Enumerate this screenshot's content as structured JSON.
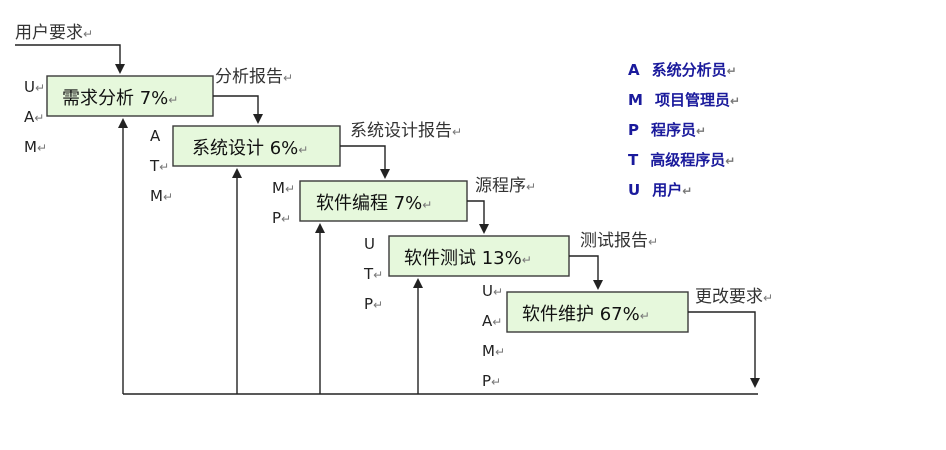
{
  "top_input": "用户要求",
  "stages": [
    {
      "name": "需求分析",
      "percent": "7%",
      "output": "分析报告",
      "roles": [
        "U",
        "A",
        "M"
      ]
    },
    {
      "name": "系统设计",
      "percent": "6%",
      "output": "系统设计报告",
      "roles": [
        "A",
        "T",
        "M"
      ]
    },
    {
      "name": "软件编程",
      "percent": "7%",
      "output": "源程序",
      "roles": [
        "M",
        "P"
      ]
    },
    {
      "name": "软件测试",
      "percent": "13%",
      "output": "测试报告",
      "roles": [
        "U",
        "T",
        "P"
      ]
    },
    {
      "name": "软件维护",
      "percent": "67%",
      "output": "更改要求",
      "roles": [
        "U",
        "A",
        "M",
        "P"
      ]
    }
  ],
  "legend": [
    {
      "code": "A",
      "label": "系统分析员"
    },
    {
      "code": "M",
      "label": "项目管理员"
    },
    {
      "code": "P",
      "label": "程序员"
    },
    {
      "code": "T",
      "label": "高级程序员"
    },
    {
      "code": "U",
      "label": "用户"
    }
  ],
  "paragraph_mark": "↵",
  "colors": {
    "box_fill": "#e6f8dc",
    "legend_text": "#1a1a9c",
    "line": "#222222"
  }
}
